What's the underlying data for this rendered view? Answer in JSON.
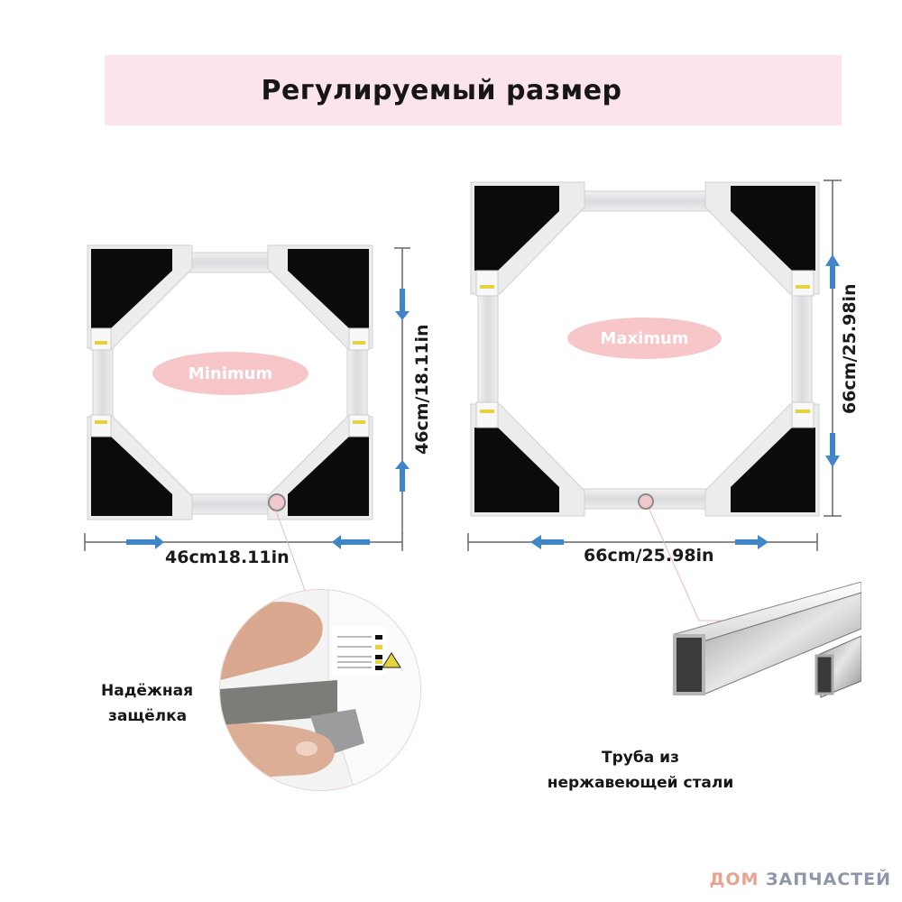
{
  "banner": {
    "title": "Регулируемый размер",
    "background": "#fbe4ec"
  },
  "frames": {
    "minimum": {
      "label": "Minimum",
      "width_label": "46cm18.11in",
      "height_label": "46cm/18.11in"
    },
    "maximum": {
      "label": "Maximum",
      "width_label": "66cm/25.98in",
      "height_label": "66cm/25.98in"
    },
    "arrow_color": "#3f86c8",
    "pad_color": "#0b0b0b",
    "oval_color": "#f6c6c9"
  },
  "details": {
    "latch": {
      "caption_line1": "Надёжная",
      "caption_line2": "защёлка",
      "icon": "latch-closeup-photo"
    },
    "tube": {
      "caption_line1": "Труба из",
      "caption_line2": "нержавеющей стали",
      "icon": "square-steel-tube"
    }
  },
  "watermark": {
    "part1": "ДОМ",
    "part2": "ЗАПЧАСТЕЙ",
    "color1": "#e8a38f",
    "color2": "#8e96aa"
  }
}
